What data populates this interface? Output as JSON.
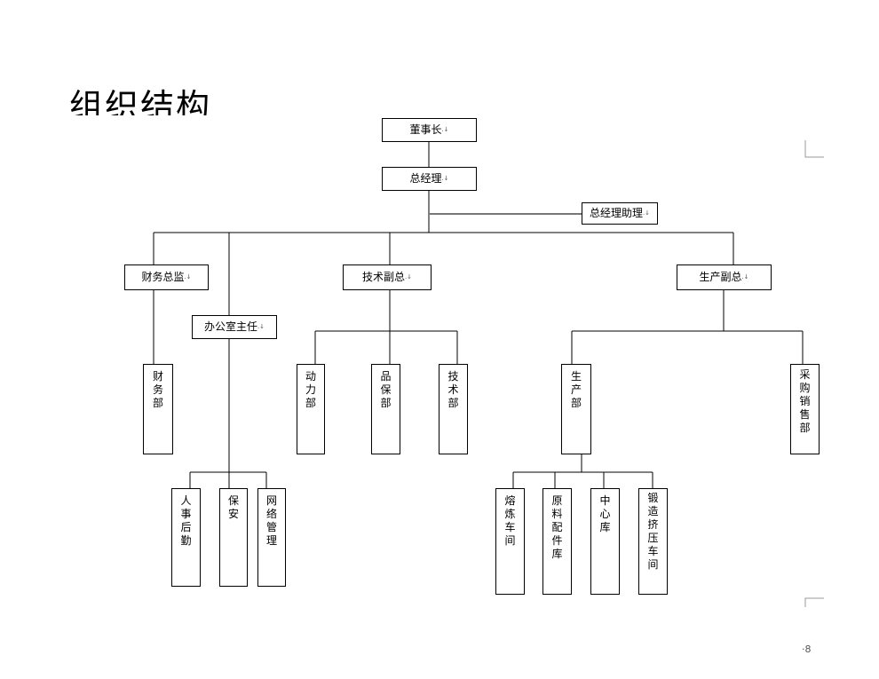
{
  "page": {
    "title": "组织结构",
    "page_number": "·8"
  },
  "org": {
    "chairman": "董事长",
    "general_manager": "总经理",
    "gm_assistant": "总经理助理",
    "cfo": "财务总监",
    "office_director": "办公室主任",
    "tech_vp": "技术副总",
    "production_vp": "生产副总",
    "finance_dept": [
      "财",
      "务",
      "部"
    ],
    "power_dept": [
      "动",
      "力",
      "部"
    ],
    "quality_dept": [
      "品",
      "保",
      "部"
    ],
    "tech_dept": [
      "技",
      "术",
      "部"
    ],
    "production_dept": [
      "生",
      "产",
      "部"
    ],
    "purchase_sales_dept": [
      "采",
      "购",
      "销",
      "售",
      "部"
    ],
    "hr_logistics": [
      "人",
      "事",
      "后",
      "勤"
    ],
    "security": [
      "保",
      "安"
    ],
    "network_mgmt": [
      "网",
      "络",
      "管",
      "理"
    ],
    "smelting_workshop": [
      "熔",
      "炼",
      "车",
      "间"
    ],
    "materials_warehouse": [
      "原",
      "料",
      "配",
      "件",
      "库"
    ],
    "central_warehouse": [
      "中",
      "心",
      "库"
    ],
    "forging_workshop": [
      "锻",
      "造",
      "挤",
      "压",
      "车",
      "间"
    ]
  }
}
